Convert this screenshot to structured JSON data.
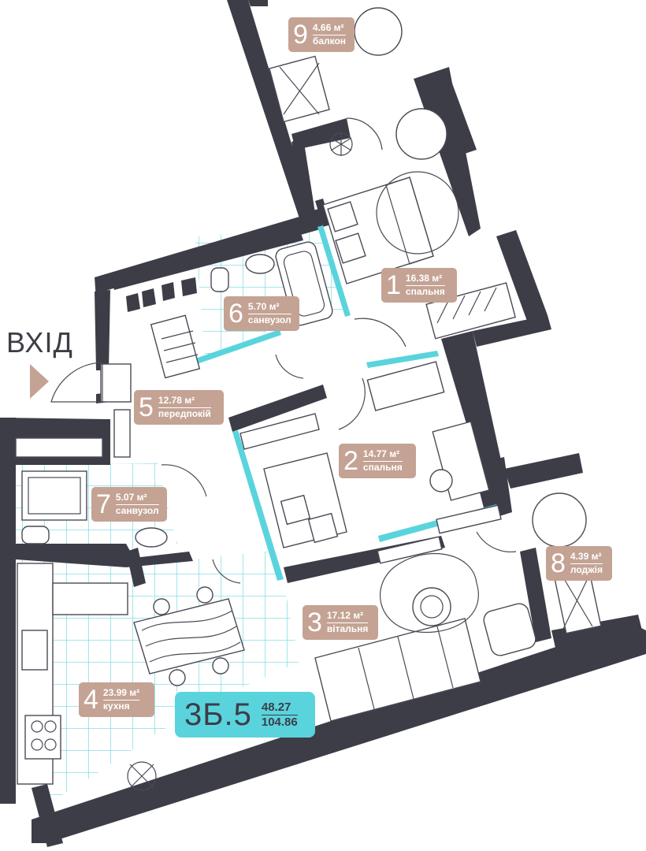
{
  "entrance_label": "ВХІД",
  "unit": {
    "code": "3Б.5",
    "living_area": "48.27",
    "total_area": "104.86"
  },
  "rooms": [
    {
      "number": "1",
      "area": "16.38 м²",
      "name": "спальня"
    },
    {
      "number": "2",
      "area": "14.77 м²",
      "name": "спальня"
    },
    {
      "number": "3",
      "area": "17.12 м²",
      "name": "вітальня"
    },
    {
      "number": "4",
      "area": "23.99 м²",
      "name": "кухня"
    },
    {
      "number": "5",
      "area": "12.78 м²",
      "name": "передпокій"
    },
    {
      "number": "6",
      "area": "5.70 м²",
      "name": "санвузол"
    },
    {
      "number": "7",
      "area": "5.07 м²",
      "name": "санвузол"
    },
    {
      "number": "8",
      "area": "4.39 м²",
      "name": "лоджія"
    },
    {
      "number": "9",
      "area": "4.66 м²",
      "name": "балкон"
    }
  ],
  "colors": {
    "wall": "#3d3d48",
    "tile": "#5ad4dc",
    "label_bg": "#c4a394"
  }
}
